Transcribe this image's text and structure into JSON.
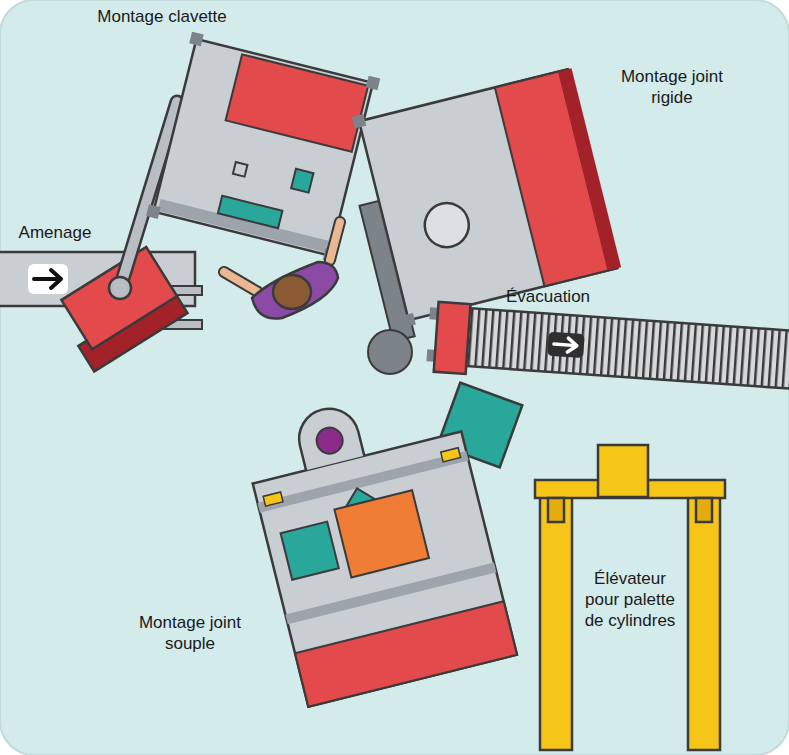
{
  "diagram": {
    "labels": [
      "Montage clavette",
      "Montage joint rigide",
      "Amenage",
      "Évacuation",
      "Montage joint souple",
      "Élévateur pour palette de cylindres"
    ]
  }
}
